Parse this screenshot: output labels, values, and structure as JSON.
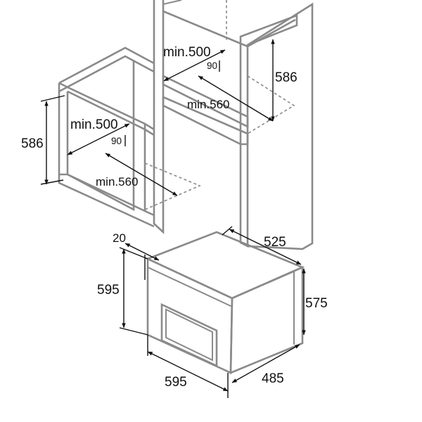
{
  "labels": {
    "top_cabinet_width": "min.500",
    "top_cabinet_gap": "90",
    "top_cabinet_height": "586",
    "top_cabinet_depth": "min.560",
    "left_cabinet_width": "min.500",
    "left_cabinet_gap": "90",
    "left_cabinet_height": "586",
    "left_cabinet_depth": "min.560",
    "oven_panel_offset": "20",
    "oven_front_height": "595",
    "oven_front_width": "595",
    "oven_body_height": "575",
    "oven_body_depth": "525",
    "oven_body_width": "485"
  },
  "colors": {
    "structure": "#8a8a8a",
    "dimension": "#111111",
    "background": "#ffffff"
  }
}
